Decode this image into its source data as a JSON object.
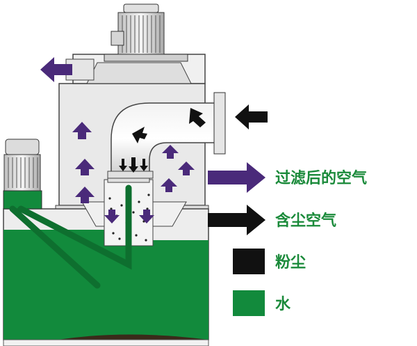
{
  "legend": {
    "filtered_air": "过滤后的空气",
    "dusty_air": "含尘空气",
    "dust": "粉尘",
    "water": "水"
  },
  "colors": {
    "filtered_air_arrow": "#4a2a7a",
    "dusty_air_arrow": "#111111",
    "dust": "#111111",
    "water": "#128a3c",
    "legend_text": "#1a8a3a",
    "machine_gray": "#e6e6e6"
  }
}
